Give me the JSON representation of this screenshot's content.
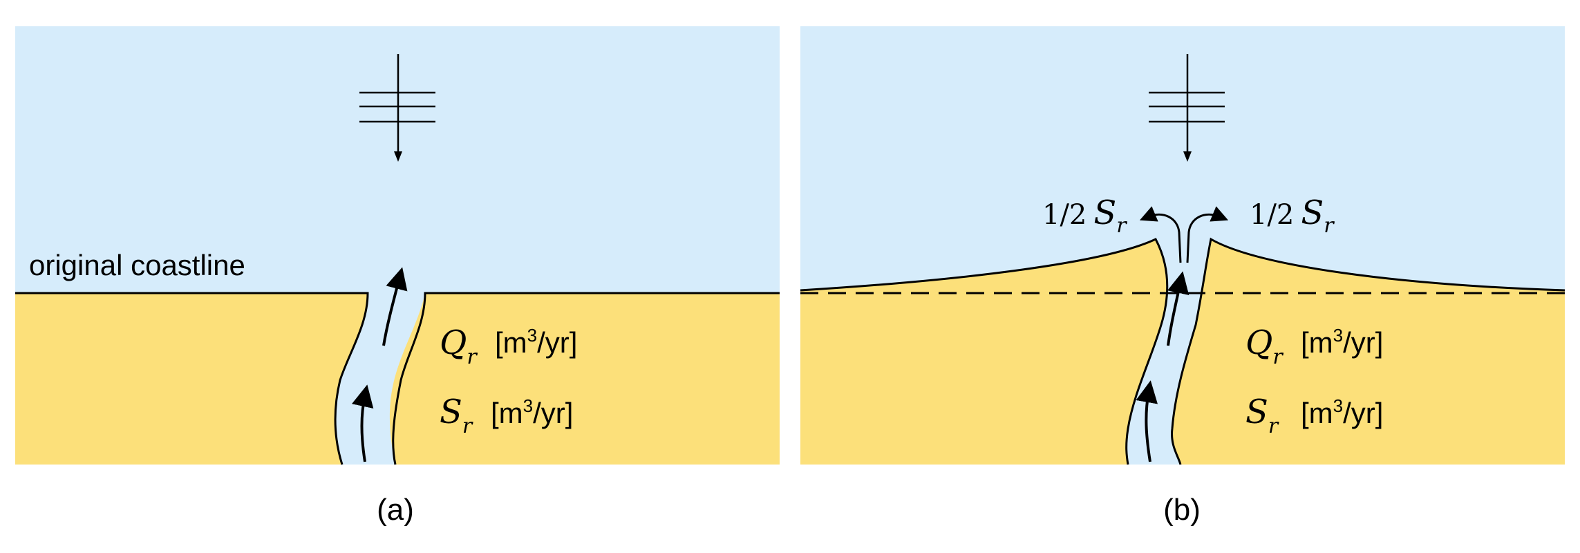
{
  "colors": {
    "sea": "#d6ecfb",
    "land": "#fce07a",
    "line": "#000000"
  },
  "panel_a": {
    "coastline_label": "original coastline",
    "discharge_symbol": "Q",
    "sediment_symbol": "S",
    "subscript": "r",
    "unit_open": "[m",
    "unit_exp": "3",
    "unit_close": "/yr]",
    "caption": "(a)"
  },
  "panel_b": {
    "half_left": "1/2",
    "half_right": "1/2",
    "sediment_symbol_left": "S",
    "sediment_symbol_right": "S",
    "subscript": "r",
    "discharge_symbol": "Q",
    "sediment_symbol": "S",
    "unit_open": "[m",
    "unit_exp": "3",
    "unit_close": "/yr]",
    "caption": "(b)"
  },
  "icons": [
    "wave-crest-arrow-icon",
    "flow-arrow-icon",
    "water-level-icon"
  ]
}
